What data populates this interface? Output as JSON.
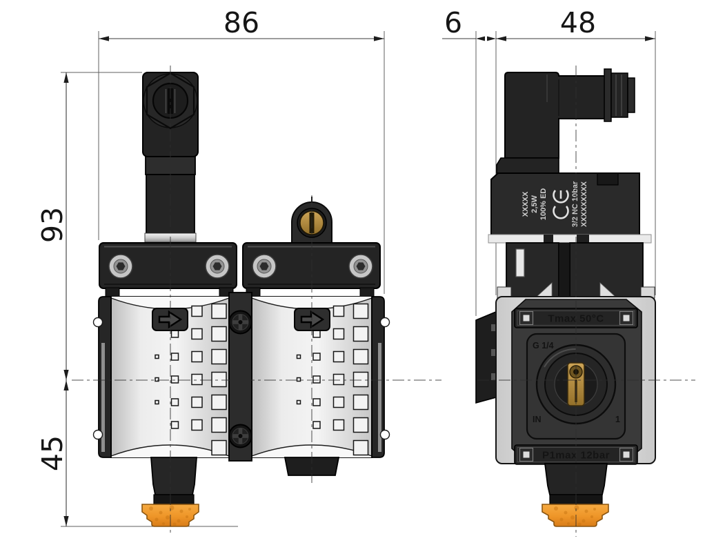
{
  "dimensions": {
    "width_total": "86",
    "tab_depth": "6",
    "body_depth": "48",
    "height_upper": "93",
    "height_lower": "45"
  },
  "side_view": {
    "coil_markings": [
      "XXXXX",
      "2,5W",
      "100% ED",
      "3/2 NC 10bar",
      "XXXXXXXXX"
    ],
    "ce_mark": "CE",
    "labels": {
      "tmax": "Tmax 50°C",
      "thread": "G 1/4",
      "port_in": "IN",
      "port_out": "1",
      "pmax": "P1max 12bar"
    }
  },
  "colors": {
    "drain_knob_orange": "#ee9528",
    "brass": "#b58e3f",
    "body_dark": "#262626",
    "bowl_metal": "#dedede"
  }
}
